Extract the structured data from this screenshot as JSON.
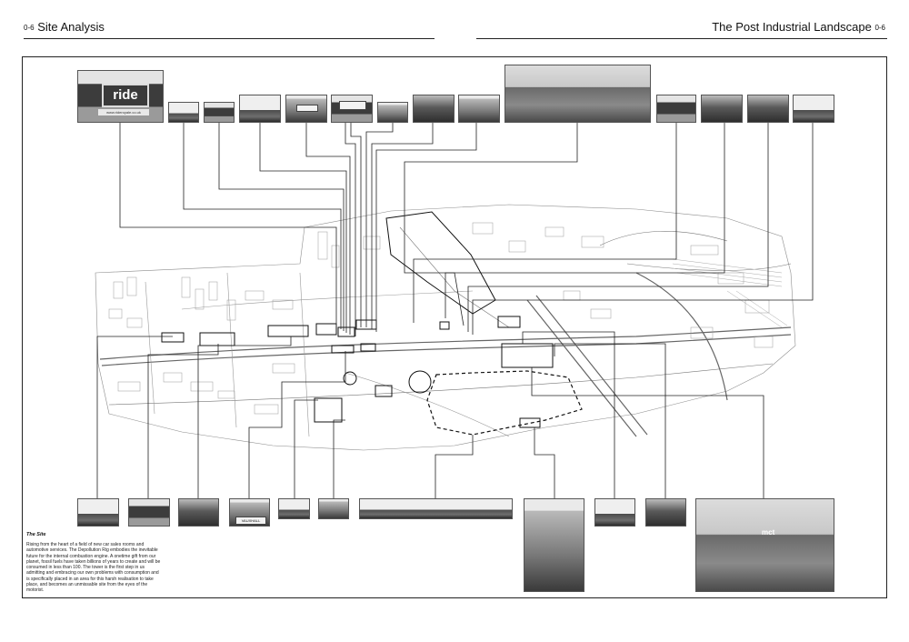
{
  "header": {
    "left_page": "0-6",
    "left_title": "Site Analysis",
    "right_title": "The Post Industrial Landscape",
    "right_page": "0-6"
  },
  "photos": {
    "ride_sign_text": "ride",
    "ride_sign_url": "www.rideroyale.co.uk",
    "vauxhall_sign_text": "VAUXHALL",
    "mct_sign_text": "mct"
  },
  "site_text": {
    "title": "The Site",
    "body": "Rising from the heart of a field of new car sales rooms and automotive services. The Depollution Rig embodies the inevitable future for the internal combustion engine. A onetime gift from our planet, fossil fuels have taken billions of years to create and will be consumed in less than 100. The tower is the first step in us admitting and embracing our own problems with consumption and is specifically placed in an area for this harsh realisation to take place, and becomes an unmissable site from the eyes of the motorist."
  },
  "colors": {
    "line": "#222222",
    "map_line": "#8c8c8c",
    "background": "#ffffff"
  }
}
